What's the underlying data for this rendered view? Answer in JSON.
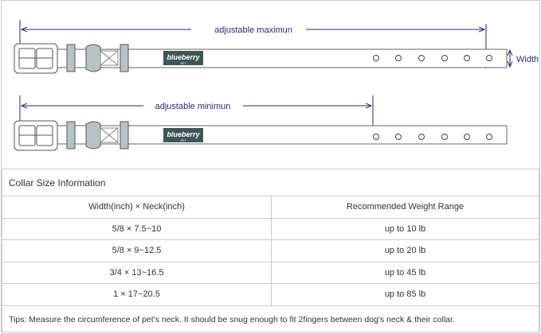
{
  "diagram": {
    "max_label": "adjustable maximun",
    "min_label": "adjustable minimun",
    "width_label": "Width",
    "brand_logo": "blueberry PET",
    "colors": {
      "arrow": "#2a2a7a",
      "keeper": "#b7c3c3",
      "logo_bg": "#3f5656"
    }
  },
  "table": {
    "title": "Collar Size Information",
    "headers": [
      "Width(inch)  ×  Neck(inch)",
      "Recommended Weight Range"
    ],
    "rows": [
      [
        "5/8 × 7.5~10",
        "up to 10 lb"
      ],
      [
        "5/8 × 9~12.5",
        "up to 20 lb"
      ],
      [
        "3/4 × 13~16.5",
        "up to 45 lb"
      ],
      [
        "1 × 17~20.5",
        "up to 85 lb"
      ]
    ],
    "tips": "Tips: Measure the circumference of pet's neck. It should be snug enough to fit 2fingers between dog's neck & their collar."
  }
}
